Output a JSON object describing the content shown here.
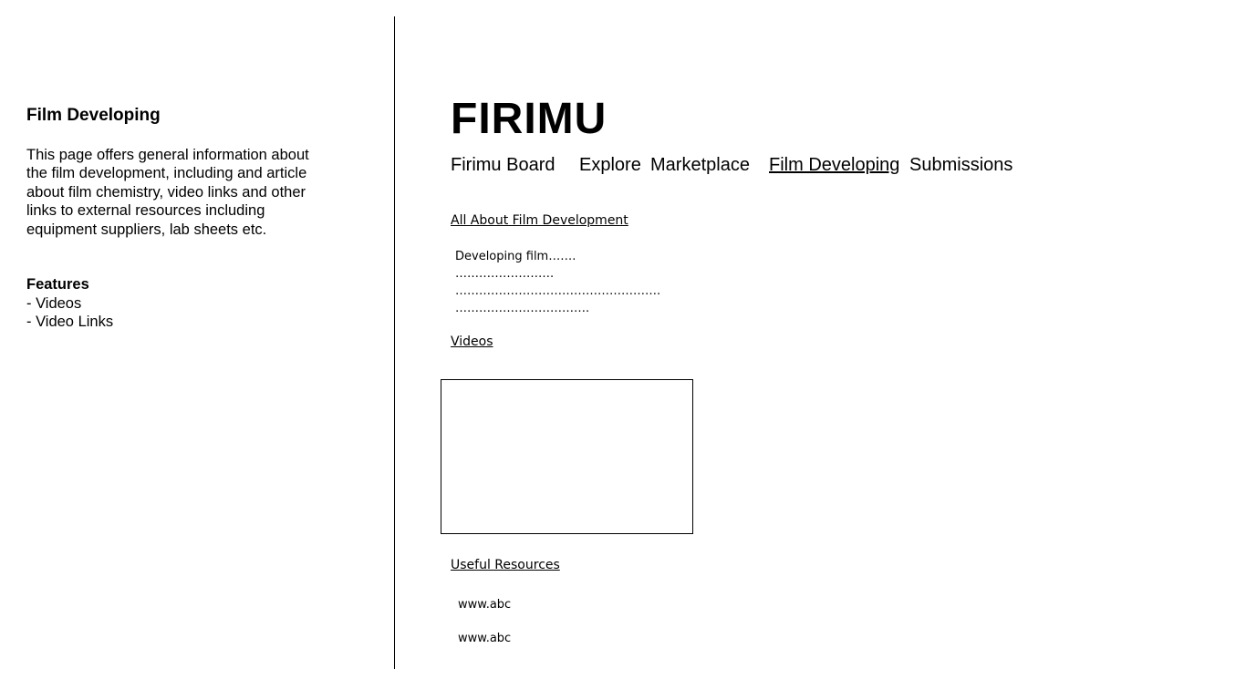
{
  "sidebar": {
    "title": "Film Developing",
    "description": "This page offers general information about the film development, including and article about film chemistry, video links and other links to external resources including equipment suppliers, lab sheets etc.",
    "features_title": "Features",
    "features": [
      "- Videos",
      "- Video Links"
    ]
  },
  "wireframe": {
    "logo": "FIRIMU",
    "nav": [
      "Firimu Board",
      "Explore",
      "Marketplace",
      "Film Developing",
      "Submissions"
    ],
    "active_nav": "Film Developing",
    "article_heading": "All About Film Development",
    "article_lines": [
      "Developing film…….",
      "…………………….",
      "…………………………………………….",
      "……………………………."
    ],
    "videos_heading": "Videos",
    "resources_heading": "Useful Resources",
    "resources": [
      "www.abc",
      "www.abc"
    ]
  }
}
